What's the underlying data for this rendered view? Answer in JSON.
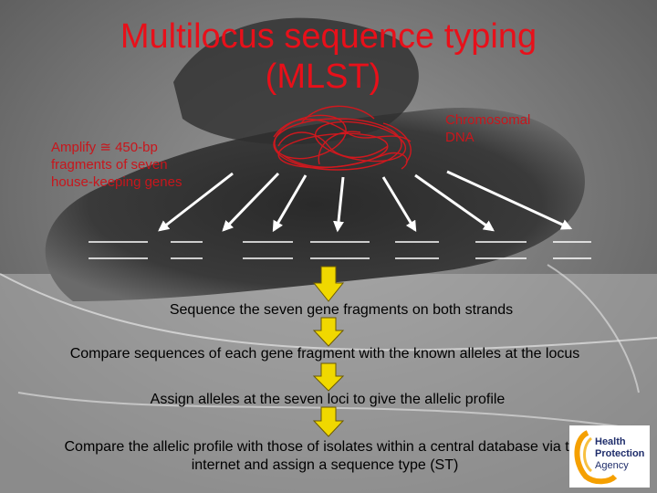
{
  "title": {
    "line1": "Multilocus sequence typing",
    "line2": "(MLST)"
  },
  "labels": {
    "amplify": [
      "Amplify ≅ 450-bp",
      "fragments of seven",
      "house-keeping genes"
    ],
    "chromosomal_dna": [
      "Chromosomal",
      "DNA"
    ]
  },
  "steps": {
    "sequence": "Sequence the seven gene fragments on both strands",
    "compare_sequences": "Compare sequences of each gene fragment with the known alleles at the locus",
    "assign_alleles": "Assign alleles at the seven loci to give the allelic profile",
    "compare_profile": [
      "Compare the allelic profile with those of isolates within a central database via the",
      "internet and assign a sequence type (ST)"
    ]
  },
  "logo": {
    "lines": [
      "Health",
      "Protection",
      "Agency"
    ]
  },
  "colors": {
    "title": "#e8101a",
    "dna": "#d0181e",
    "flow_arrow": "#f0d800",
    "white_arrow": "#ffffff"
  }
}
